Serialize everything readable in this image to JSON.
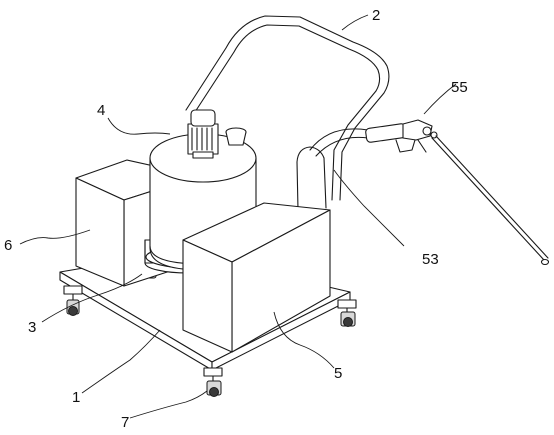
{
  "labels": {
    "frame": "1",
    "handle": "2",
    "support": "3",
    "tank": "4",
    "right_box": "5",
    "left_box": "6",
    "caster": "7",
    "hose": "53",
    "spray_gun": "55"
  }
}
